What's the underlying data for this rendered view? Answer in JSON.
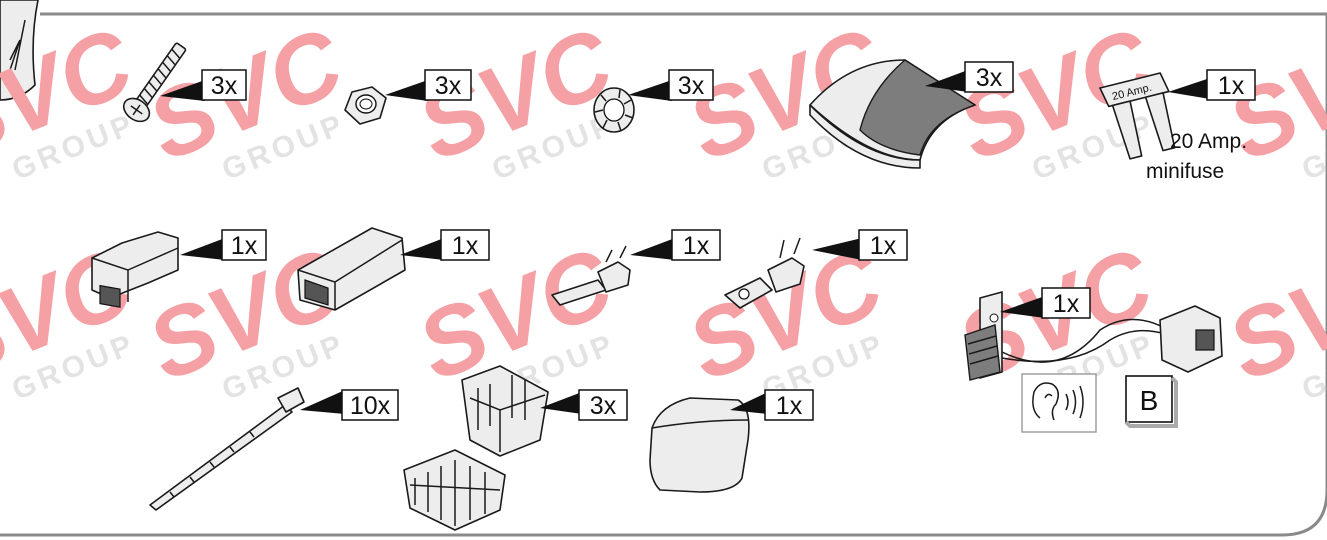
{
  "quantities": {
    "screw": "3x",
    "nut": "3x",
    "washer": "3x",
    "foam_pad": "3x",
    "minifuse": "1x",
    "housing_small": "1x",
    "housing_large": "1x",
    "terminal_male": "1x",
    "terminal_female": "1x",
    "buzzer": "1x",
    "cable_tie": "10x",
    "connector": "3x",
    "cap": "1x"
  },
  "fuse_label": "20 Amp.",
  "fuse_caption_line1": "20 Amp.",
  "fuse_caption_line2": "minifuse",
  "variant_letter": "B",
  "watermark": {
    "word": "SVC",
    "sub": "GROUP"
  }
}
